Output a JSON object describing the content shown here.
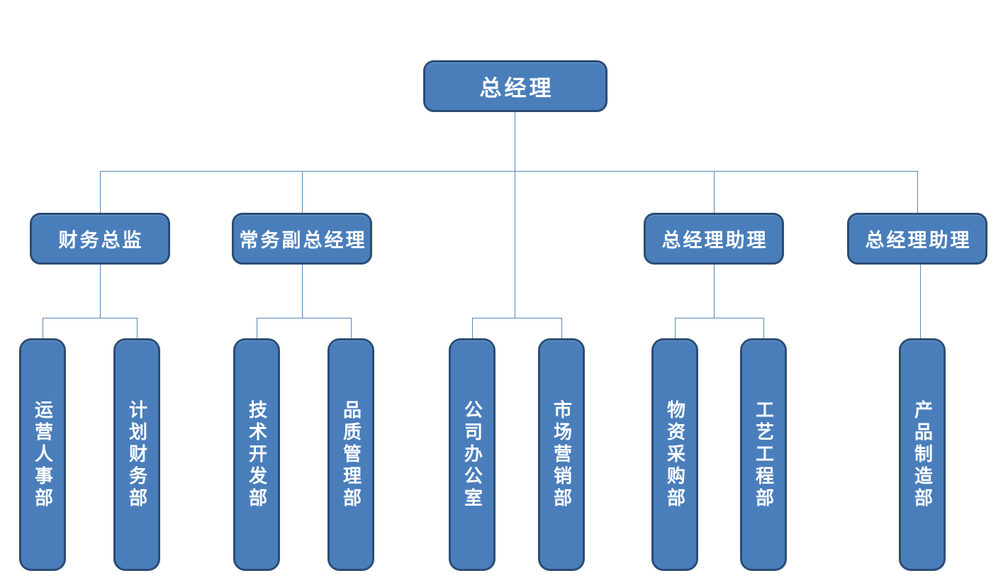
{
  "org": {
    "root": "总经理",
    "branches": [
      {
        "manager": "财务总监",
        "departments": [
          "运营人事部",
          "计划财务部"
        ]
      },
      {
        "manager": "常务副总经理",
        "departments": [
          "技术开发部",
          "品质管理部"
        ]
      },
      {
        "manager": null,
        "departments": [
          "公司办公室",
          "市场营销部"
        ]
      },
      {
        "manager": "总经理助理",
        "departments": [
          "物资采购部",
          "工艺工程部"
        ]
      },
      {
        "manager": "总经理助理",
        "departments": [
          "产品制造部"
        ]
      }
    ]
  },
  "colors": {
    "node_fill": "#4a7ebb",
    "node_border": "#2b4d75",
    "connector": "#5b87b8",
    "text": "#ffffff",
    "background": "#ffffff"
  }
}
